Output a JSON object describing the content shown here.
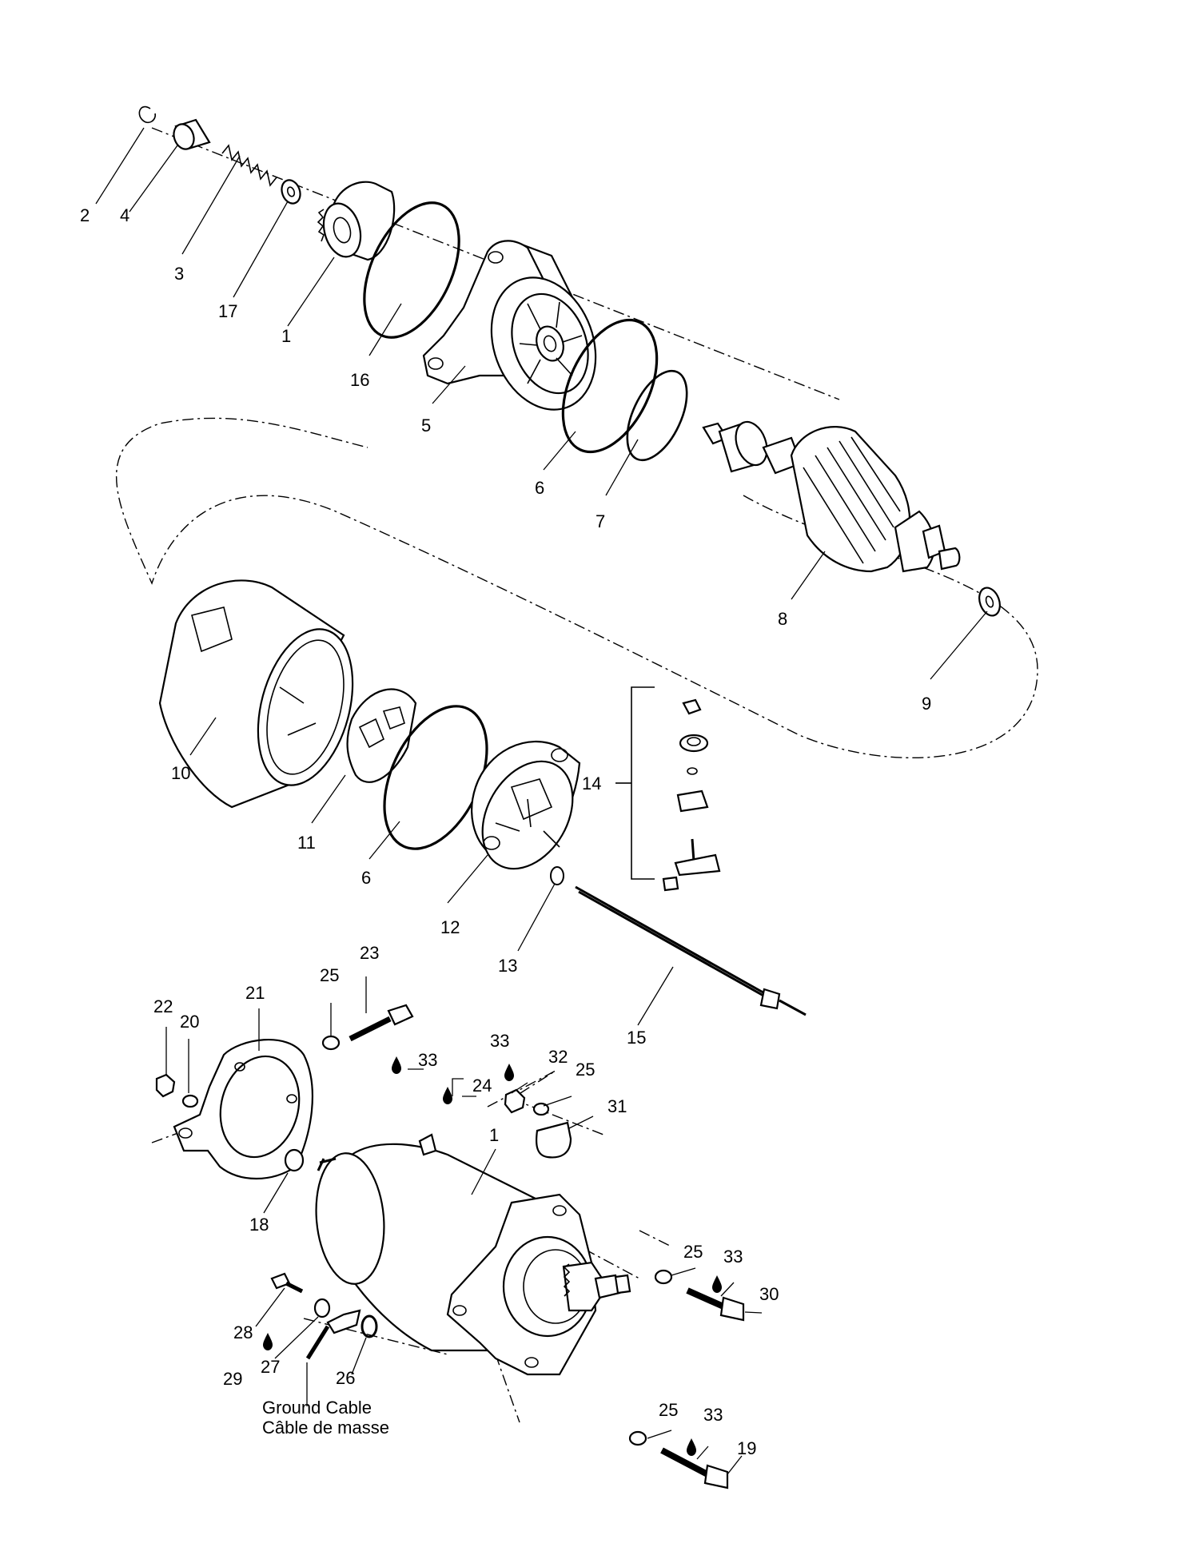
{
  "diagram": {
    "callouts": [
      {
        "id": "c2",
        "text": "2"
      },
      {
        "id": "c4",
        "text": "4"
      },
      {
        "id": "c3",
        "text": "3"
      },
      {
        "id": "c17",
        "text": "17"
      },
      {
        "id": "c1a",
        "text": "1"
      },
      {
        "id": "c16",
        "text": "16"
      },
      {
        "id": "c5",
        "text": "5"
      },
      {
        "id": "c6a",
        "text": "6"
      },
      {
        "id": "c7",
        "text": "7"
      },
      {
        "id": "c8",
        "text": "8"
      },
      {
        "id": "c9",
        "text": "9"
      },
      {
        "id": "c10",
        "text": "10"
      },
      {
        "id": "c11",
        "text": "11"
      },
      {
        "id": "c6b",
        "text": "6"
      },
      {
        "id": "c14",
        "text": "14"
      },
      {
        "id": "c12",
        "text": "12"
      },
      {
        "id": "c13",
        "text": "13"
      },
      {
        "id": "c15",
        "text": "15"
      },
      {
        "id": "c22",
        "text": "22"
      },
      {
        "id": "c20",
        "text": "20"
      },
      {
        "id": "c21",
        "text": "21"
      },
      {
        "id": "c25a",
        "text": "25"
      },
      {
        "id": "c23",
        "text": "23"
      },
      {
        "id": "c33a",
        "text": "33"
      },
      {
        "id": "c33b",
        "text": "33"
      },
      {
        "id": "c32",
        "text": "32"
      },
      {
        "id": "c25b",
        "text": "25"
      },
      {
        "id": "c24",
        "text": "24"
      },
      {
        "id": "c31",
        "text": "31"
      },
      {
        "id": "c1b",
        "text": "1"
      },
      {
        "id": "c18",
        "text": "18"
      },
      {
        "id": "c25c",
        "text": "25"
      },
      {
        "id": "c33c",
        "text": "33"
      },
      {
        "id": "c30",
        "text": "30"
      },
      {
        "id": "c28",
        "text": "28"
      },
      {
        "id": "c29",
        "text": "29"
      },
      {
        "id": "c27",
        "text": "27"
      },
      {
        "id": "c26",
        "text": "26"
      },
      {
        "id": "c25d",
        "text": "25"
      },
      {
        "id": "c33d",
        "text": "33"
      },
      {
        "id": "c19",
        "text": "19"
      }
    ],
    "ground_cable_label_en": "Ground Cable",
    "ground_cable_label_fr": "Câble de masse"
  }
}
